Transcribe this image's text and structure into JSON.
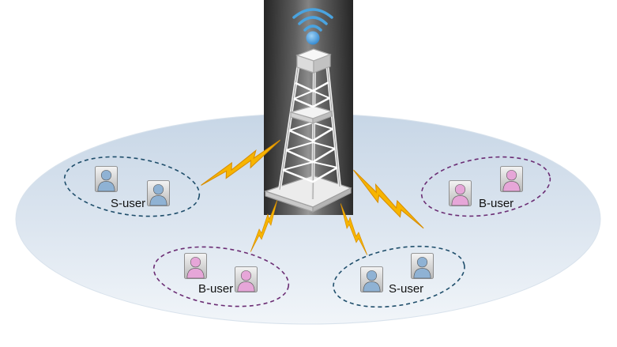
{
  "diagram": {
    "colors": {
      "coverage_fill_top": "#c9d7e6",
      "coverage_fill_bottom": "#eef3f8",
      "s_user_ring": "#1f4e6b",
      "b_user_ring": "#6b2d74",
      "s_user_icon": "#8fb2d4",
      "b_user_icon": "#e6a6d8",
      "link_bolt": "#f5b800",
      "wifi_signal": "#4aa3df",
      "tower_panel": "#3a3a3a"
    },
    "tower": {
      "icon": "cell-tower-icon",
      "signal_icon": "wifi-signal-icon"
    },
    "groups": [
      {
        "id": "top-left",
        "label": "S-user",
        "kind": "s-user",
        "icon": "user-icon"
      },
      {
        "id": "top-right",
        "label": "B-user",
        "kind": "b-user",
        "icon": "user-icon"
      },
      {
        "id": "bottom-left",
        "label": "B-user",
        "kind": "b-user",
        "icon": "user-icon"
      },
      {
        "id": "bottom-right",
        "label": "S-user",
        "kind": "s-user",
        "icon": "user-icon"
      }
    ],
    "links": [
      {
        "icon": "lightning-bolt-icon",
        "to": "top-left"
      },
      {
        "icon": "lightning-bolt-icon",
        "to": "top-right"
      },
      {
        "icon": "lightning-bolt-icon",
        "to": "bottom-left"
      },
      {
        "icon": "lightning-bolt-icon",
        "to": "bottom-right"
      }
    ]
  }
}
